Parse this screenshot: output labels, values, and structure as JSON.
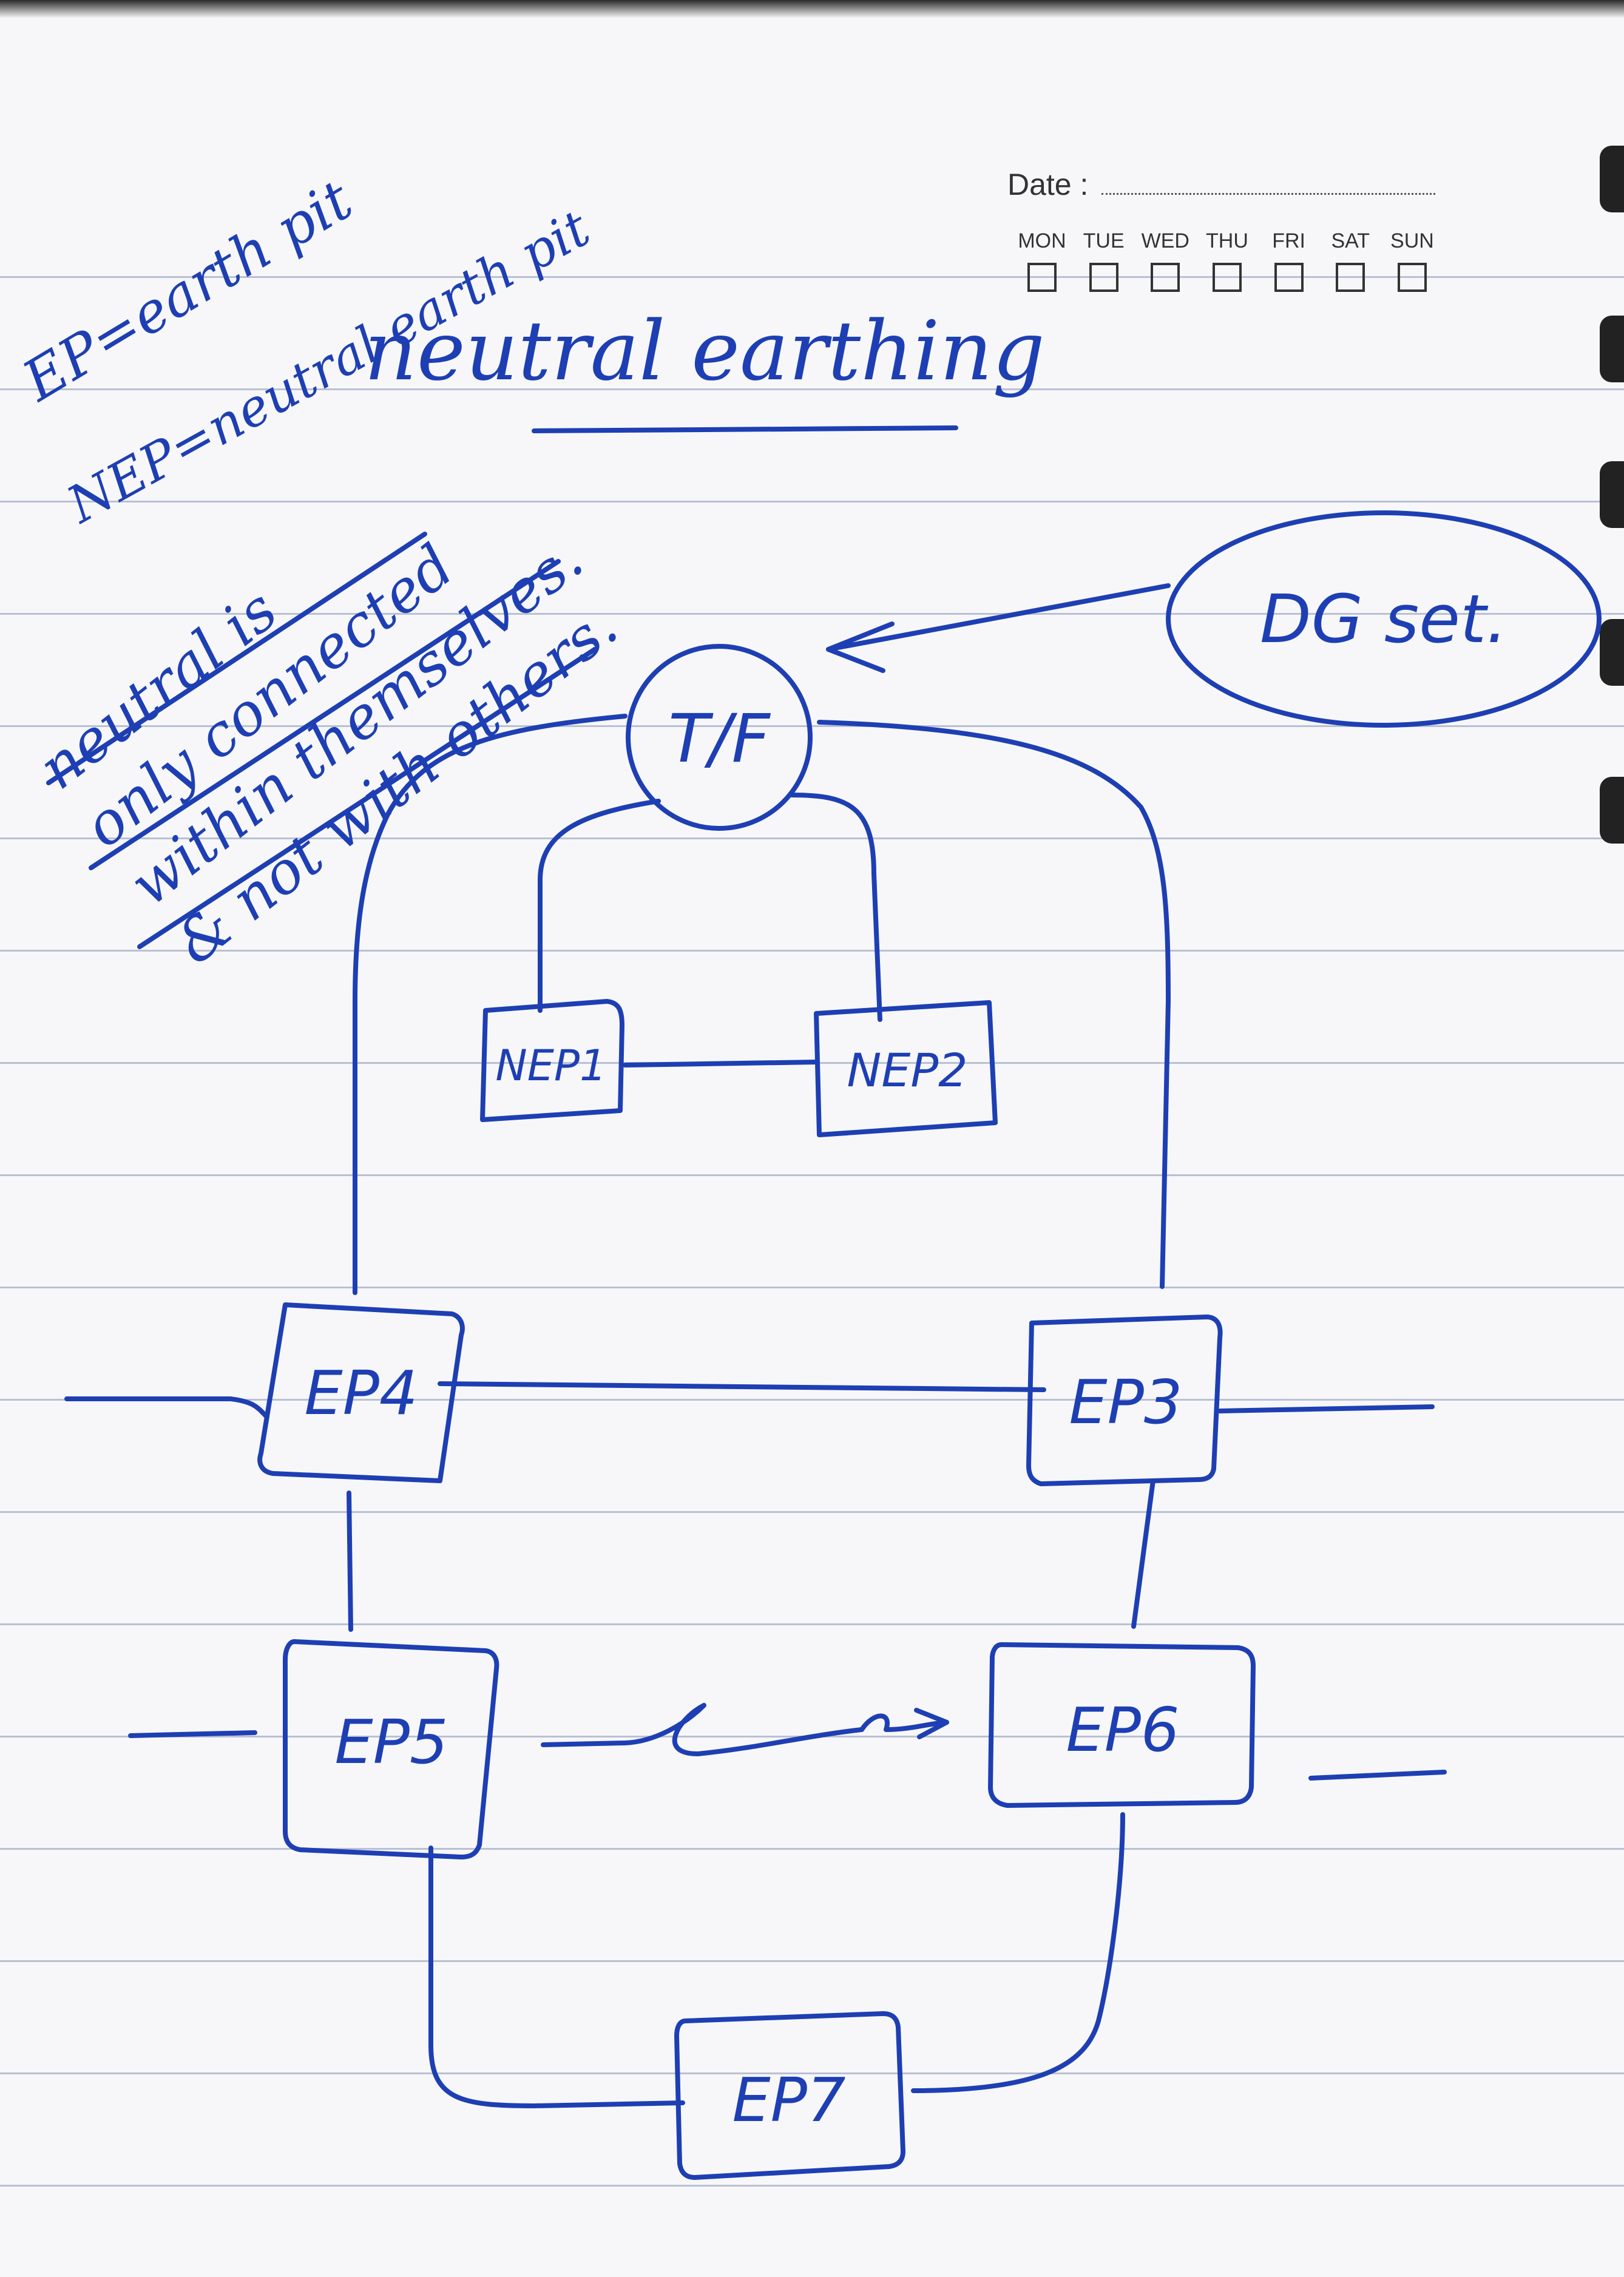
{
  "header": {
    "date_label": "Date :",
    "days": [
      "MON",
      "TUE",
      "WED",
      "THU",
      "FRI",
      "SAT",
      "SUN"
    ]
  },
  "legend": {
    "ep": "EP=earth pit",
    "nep": "NEP=neutral earth pit"
  },
  "title": "neutral earthing",
  "note": [
    "neutral is",
    "only connected",
    "within themselves.",
    "& not with others."
  ],
  "diagram": {
    "source": "DG set.",
    "transformer": "T/F",
    "neutral_pits": [
      "NEP1",
      "NEP2"
    ],
    "earth_pits": [
      "EP4",
      "EP3",
      "EP5",
      "EP6",
      "EP7"
    ]
  },
  "colors": {
    "ink": "#1e3fb3",
    "paper": "#f7f7f9",
    "rule": "#b9c0d4"
  }
}
